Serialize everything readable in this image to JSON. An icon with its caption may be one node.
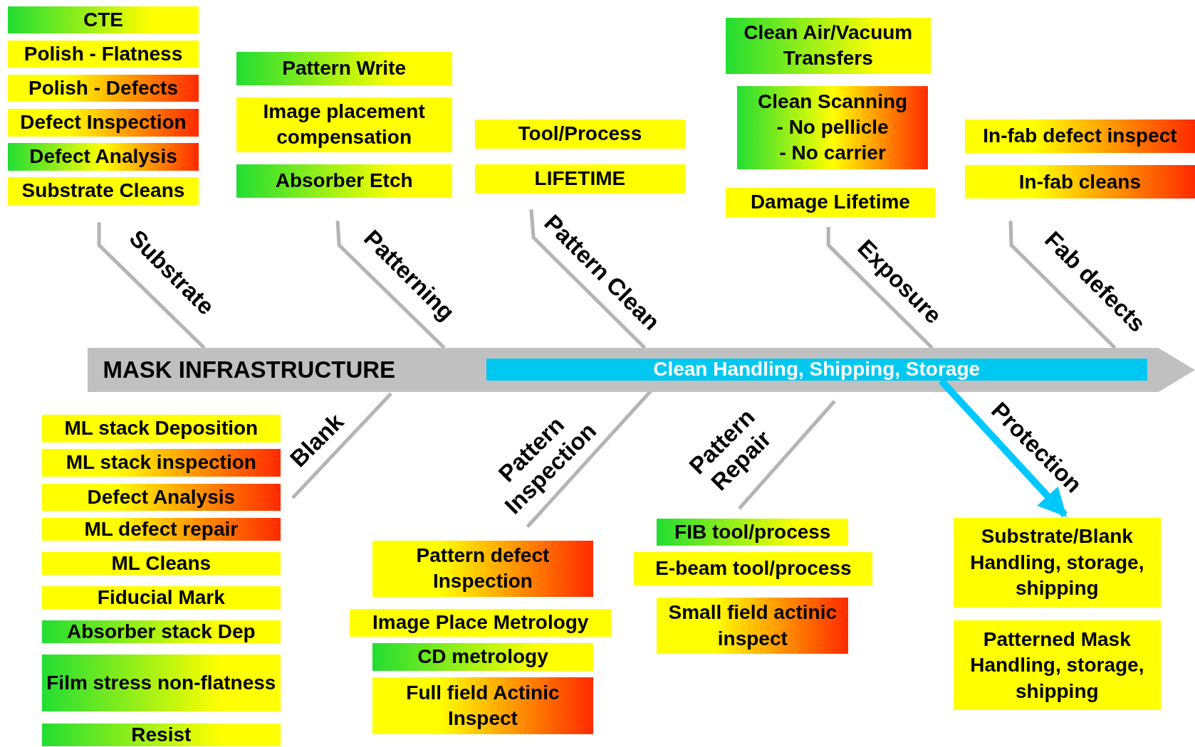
{
  "diagram": {
    "nodes": [
      {
        "text": [
          "CTE"
        ]
      },
      {
        "text": [
          "Polish - Flatness"
        ]
      },
      {
        "text": [
          "Polish - Defects"
        ]
      },
      {
        "text": [
          "Defect Inspection"
        ]
      },
      {
        "text": [
          "Defect Analysis"
        ]
      },
      {
        "text": [
          "Substrate Cleans"
        ]
      },
      {
        "text": [
          "Pattern Write"
        ]
      },
      {
        "text": [
          "Image placement compensation"
        ]
      },
      {
        "text": [
          "Absorber Etch"
        ]
      },
      {
        "text": [
          "Tool/Process"
        ]
      },
      {
        "text": [
          "LIFETIME"
        ]
      },
      {
        "text": [
          "Clean Air/Vacuum Transfers"
        ]
      },
      {
        "text": [
          "Clean Scanning",
          "- No pellicle",
          "- No carrier"
        ]
      },
      {
        "text": [
          "Damage Lifetime"
        ]
      },
      {
        "text": [
          "In-fab defect inspect"
        ]
      },
      {
        "text": [
          "In-fab cleans"
        ]
      },
      {
        "text": [
          "MASK INFRASTRUCTURE"
        ]
      },
      {
        "text": [
          "Clean Handling, Shipping, Storage"
        ],
        "in": 16
      },
      {
        "text": [
          "ML stack Deposition"
        ]
      },
      {
        "text": [
          "ML stack inspection"
        ]
      },
      {
        "text": [
          "Defect Analysis"
        ]
      },
      {
        "text": [
          "ML defect repair"
        ]
      },
      {
        "text": [
          "ML Cleans"
        ]
      },
      {
        "text": [
          "Fiducial Mark"
        ]
      },
      {
        "text": [
          "Absorber stack Dep"
        ]
      },
      {
        "text": [
          "Film stress  non-flatness"
        ]
      },
      {
        "text": [
          "Resist"
        ]
      },
      {
        "text": [
          "Pattern defect Inspection"
        ]
      },
      {
        "text": [
          "Image Place Metrology"
        ]
      },
      {
        "text": [
          "CD metrology"
        ]
      },
      {
        "text": [
          "Full field Actinic Inspect"
        ]
      },
      {
        "text": [
          "FIB tool/process"
        ]
      },
      {
        "text": [
          "E-beam tool/process"
        ]
      },
      {
        "text": [
          "Small field actinic inspect"
        ]
      },
      {
        "text": [
          "Substrate/Blank Handling, storage, shipping"
        ]
      },
      {
        "text": [
          "Patterned Mask Handling, storage, shipping"
        ]
      }
    ],
    "edges": [
      {
        "from": 17,
        "to": 34,
        "arrow": "to",
        "color": "#00c8ff"
      }
    ],
    "labels": [
      "Substrate",
      "Patterning",
      "Pattern Clean",
      "Exposure",
      "Fab defects",
      "Blank",
      "Pattern Inspection",
      "Pattern Repair",
      "Protection"
    ]
  }
}
